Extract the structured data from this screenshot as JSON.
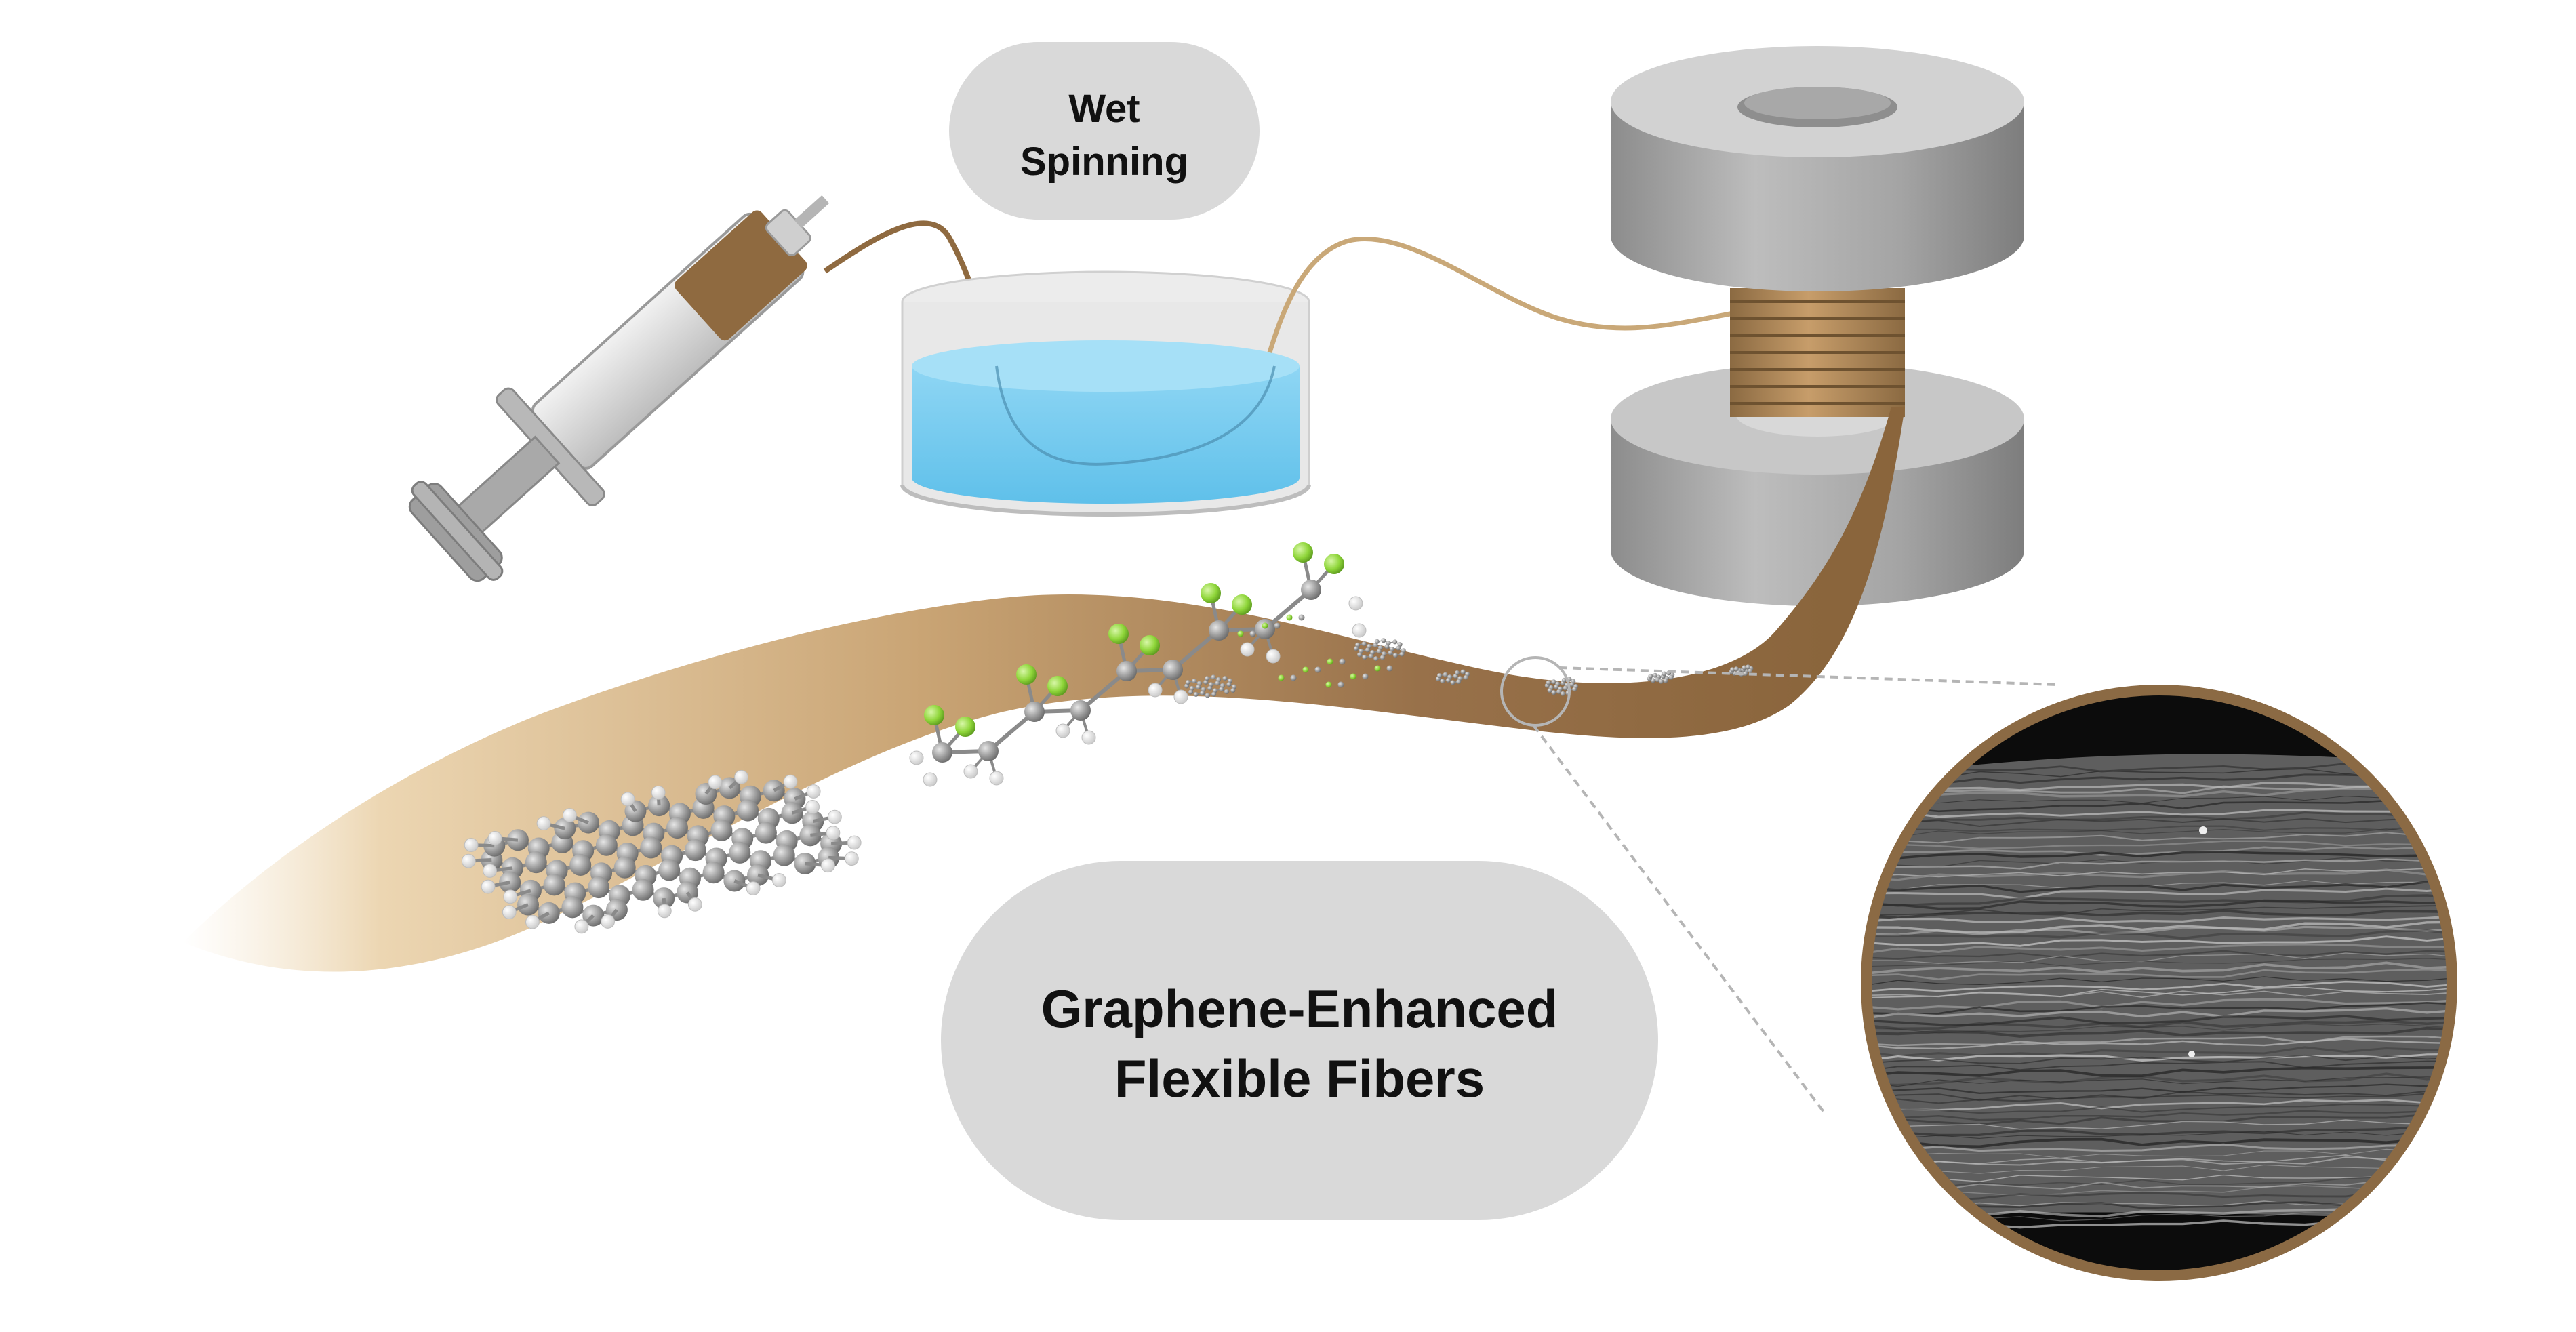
{
  "labels": {
    "process_line1": "Wet",
    "process_line2": "Spinning",
    "product_line1": "Graphene-Enhanced",
    "product_line2": "Flexible Fibers"
  },
  "colors": {
    "fiber_brown": "#8f6a40",
    "fiber_light": "#e6cfa8",
    "bath_water": "#6cc8ee",
    "bath_water_light": "#9adbf5",
    "container": "#dcdcdc",
    "spool_gray": "#9a9a9a",
    "spool_dark": "#6e6e6e",
    "pill_fill": "#d9d9d9",
    "carbon_atom": "#9e9e9e",
    "hydrogen_atom": "#f4f4f4",
    "fluorine_atom": "#8fd63a",
    "sem_frame": "#8b6a44"
  },
  "icons": {
    "syringe": "syringe-icon",
    "bath": "coagulation-bath",
    "spool": "collection-spool",
    "sem_inset": "sem-micrograph-inset"
  }
}
